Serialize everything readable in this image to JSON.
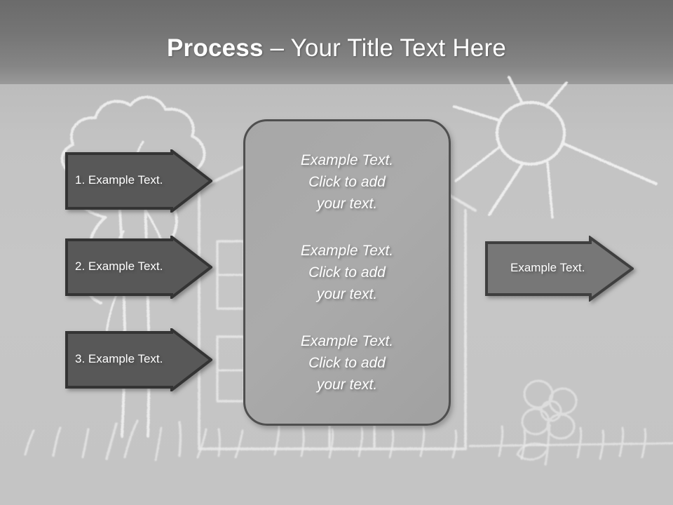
{
  "slide": {
    "title_strong": "Process",
    "title_rest": " – Your Title Text Here",
    "background_description": "chalk drawing of tree, house, sun, flower and grass"
  },
  "colors": {
    "sky_top": "#6b6b6b",
    "ground": "#c4c4c4",
    "panel_fill": "#a9a9a9",
    "panel_border": "#4f4f4f",
    "step_arrow_fill": "#585858",
    "result_arrow_fill": "#777777",
    "arrow_border": "#3a3a3a",
    "text_white": "#ffffff",
    "chalk": "#efefef"
  },
  "steps": [
    {
      "label": "1. Example Text."
    },
    {
      "label": "2. Example Text."
    },
    {
      "label": "3. Example Text."
    }
  ],
  "panel": {
    "blocks": [
      {
        "line1": "Example Text.",
        "line2": "Click  to add",
        "line3": "your text."
      },
      {
        "line1": "Example Text.",
        "line2": "Click  to add",
        "line3": "your text."
      },
      {
        "line1": "Example Text.",
        "line2": "Click  to add",
        "line3": "your text."
      }
    ]
  },
  "result": {
    "label": "Example Text."
  }
}
